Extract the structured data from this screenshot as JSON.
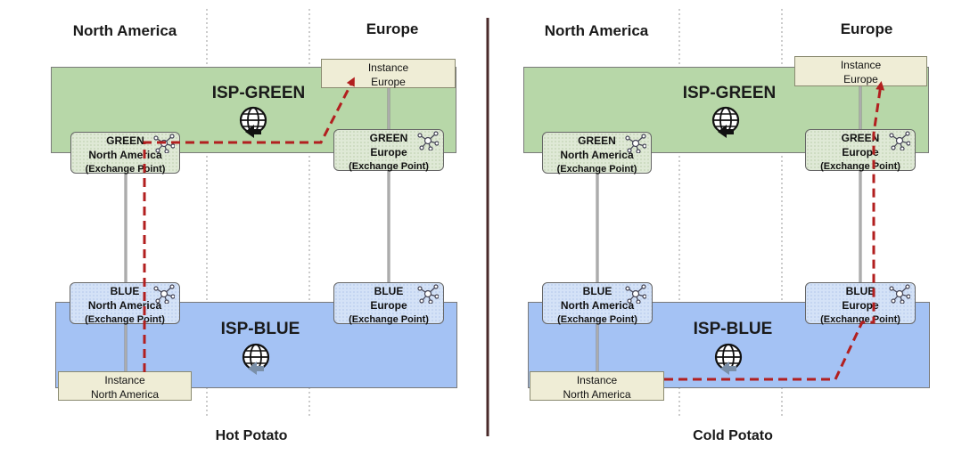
{
  "panels": [
    {
      "region_left": "North America",
      "region_right": "Europe",
      "isp_green": "ISP-GREEN",
      "isp_blue": "ISP-BLUE",
      "green_na": {
        "line1": "GREEN",
        "line2": "North America",
        "line3": "(Exchange Point)"
      },
      "green_eu": {
        "line1": "GREEN",
        "line2": "Europe",
        "line3": "(Exchange Point)"
      },
      "blue_na": {
        "line1": "BLUE",
        "line2": "North America",
        "line3": "(Exchange Point)"
      },
      "blue_eu": {
        "line1": "BLUE",
        "line2": "Europe",
        "line3": "(Exchange Point)"
      },
      "instance_eu": {
        "line1": "Instance",
        "line2": "Europe"
      },
      "instance_na": {
        "line1": "Instance",
        "line2": "North America"
      },
      "caption": "Hot Potato"
    },
    {
      "region_left": "North America",
      "region_right": "Europe",
      "isp_green": "ISP-GREEN",
      "isp_blue": "ISP-BLUE",
      "green_na": {
        "line1": "GREEN",
        "line2": "North America",
        "line3": "(Exchange Point)"
      },
      "green_eu": {
        "line1": "GREEN",
        "line2": "Europe",
        "line3": "(Exchange Point)"
      },
      "blue_na": {
        "line1": "BLUE",
        "line2": "North America",
        "line3": "(Exchange Point)"
      },
      "blue_eu": {
        "line1": "BLUE",
        "line2": "Europe",
        "line3": "(Exchange Point)"
      },
      "instance_eu": {
        "line1": "Instance",
        "line2": "Europe"
      },
      "instance_na": {
        "line1": "Instance",
        "line2": "North America"
      },
      "caption": "Cold Potato"
    }
  ],
  "colors": {
    "route": "#b21f1f",
    "isp_green": "#b7d7a8",
    "isp_blue": "#a4c2f4",
    "divider": "#4a2a2a"
  },
  "icons": [
    "globe-icon",
    "router-hub-icon"
  ]
}
